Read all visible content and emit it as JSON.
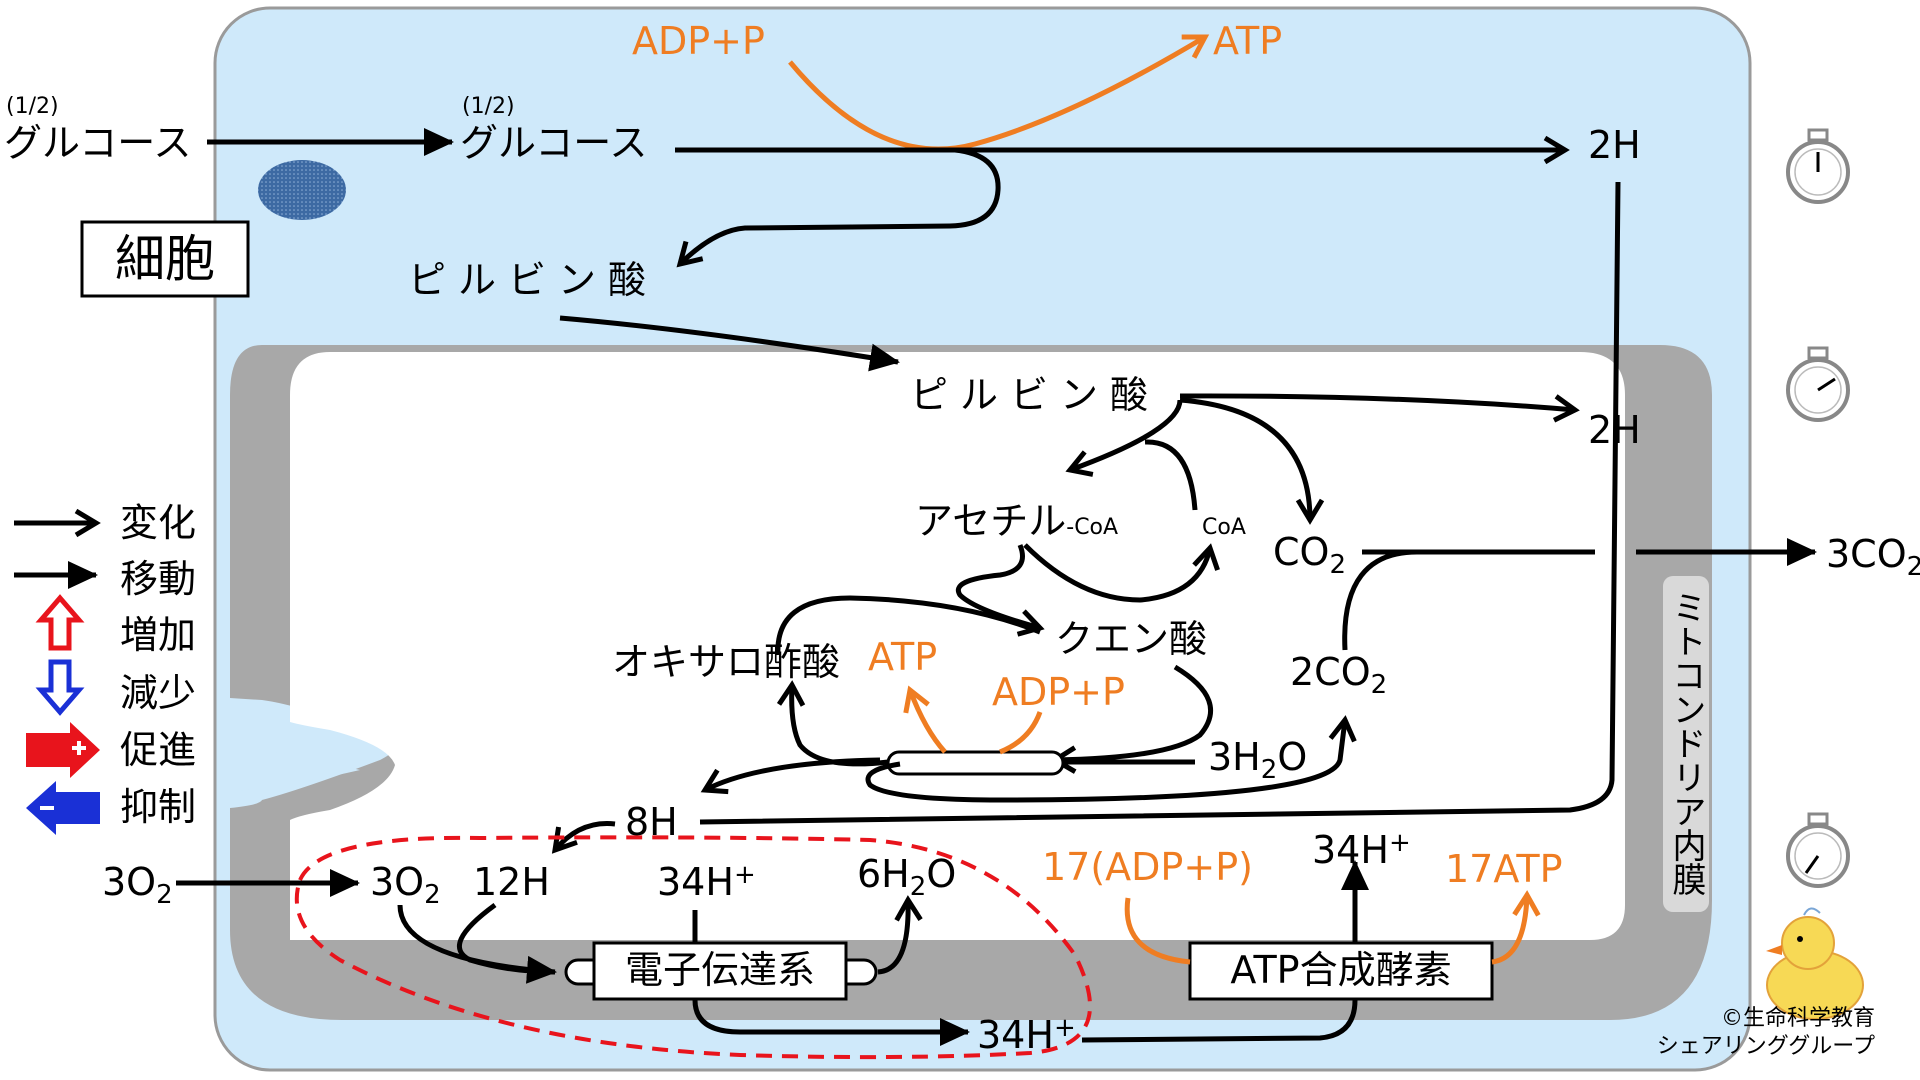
{
  "colors": {
    "cell": "#cfe9fa",
    "cell_border": "#9a9a9a",
    "mito_membrane": "#a8a8a8",
    "arrow": "#000000",
    "orange": "#ef7d22",
    "red_dash": "#e8141c",
    "nucleus": "#3d6aa3",
    "increase": "#e8141c",
    "decrease": "#1a30d6"
  },
  "cell": {
    "title": "細胞",
    "outside_glucose_frac": "(1/2)",
    "outside_glucose": "グルコース",
    "inside_glucose_frac": "(1/2)",
    "inside_glucose": "グルコース",
    "glycolysis_adp": "ADP+P",
    "glycolysis_atp": "ATP",
    "cyto_2h": "2H",
    "cyto_pyruvate": "ピルビン酸"
  },
  "mito": {
    "pyruvate": "ピルビン酸",
    "h2_mito": "2H",
    "acetyl": "アセチル",
    "acetyl_coa_suffix": "-CoA",
    "coa": "CoA",
    "co2": "CO",
    "co2_sub": "2",
    "co2_out_coef": "3CO",
    "co2_out_sub": "2",
    "citric": "クエン酸",
    "oxaloacetic": "オキサロ酢酸",
    "tca_atp": "ATP",
    "tca_adp": "ADP+P",
    "co2_2": "2CO",
    "co2_2_sub": "2",
    "h2o_3_pre": "3H",
    "h2o_3_sub": "2",
    "h2o_3_post": "O",
    "h8": "8H",
    "membrane_label": "ミトコンドリア内膜"
  },
  "etc": {
    "o2_out_pre": "3O",
    "o2_out_sub": "2",
    "o2_in_pre": "3O",
    "o2_in_sub": "2",
    "h12": "12H",
    "h34_top": "34H",
    "h34_top_sup": "+",
    "h2o6_pre": "6H",
    "h2o6_sub": "2",
    "h2o6_post": "O",
    "system": "電子伝達系",
    "h34_bottom": "34H",
    "h34_bottom_sup": "+",
    "adp17": "17(ADP+P)",
    "h34_right": "34H",
    "h34_right_sup": "+",
    "atp17": "17ATP",
    "synthase": "ATP合成酵素"
  },
  "legend": [
    {
      "icon": "arrow-open-icon",
      "label": "変化"
    },
    {
      "icon": "arrow-solid-icon",
      "label": "移動"
    },
    {
      "icon": "up-arrow-icon",
      "label": "増加"
    },
    {
      "icon": "down-arrow-icon",
      "label": "減少"
    },
    {
      "icon": "promote-arrow-icon",
      "label": "促進"
    },
    {
      "icon": "inhibit-arrow-icon",
      "label": "抑制"
    }
  ],
  "credits": {
    "line1": "©生命科学教育",
    "line2": "シェアリンググループ"
  },
  "icons": [
    "stopwatch-icon",
    "stopwatch-icon",
    "stopwatch-icon",
    "duck-icon",
    "nucleus-icon"
  ]
}
